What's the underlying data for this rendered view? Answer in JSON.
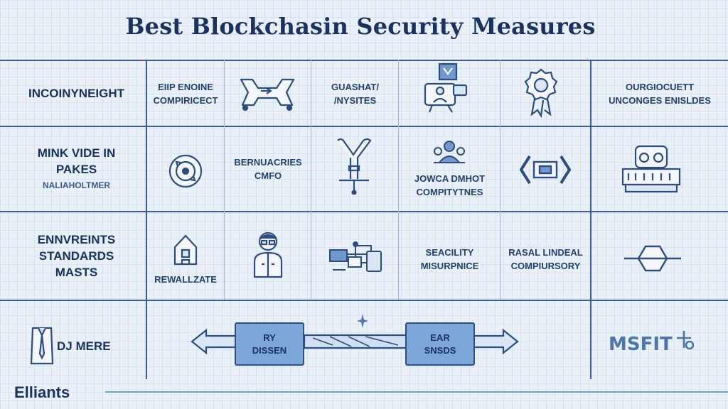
{
  "title": "Best Blockchasin Security Measures",
  "rows": [
    {
      "label": [
        "INCOINYNEIGHT"
      ],
      "cells": [
        {
          "text": [
            "EIIP ENOINE",
            "COMPIRICECT"
          ]
        },
        {
          "icon": "connection-arrows-icon"
        },
        {
          "text": [
            "GUASHAT/",
            "/NYSITES"
          ]
        },
        {
          "icon": "monitor-shield-icon"
        },
        {
          "icon": "award-badge-icon"
        },
        {
          "text": [
            "OURGIOCUETT",
            "UNCONGES ENISLDES"
          ]
        }
      ]
    },
    {
      "label": [
        "MINK VIDE IN",
        "PAKES"
      ],
      "sublabel": "NALIAHOLTMER",
      "cells": [
        {
          "icon": "circular-sync-icon"
        },
        {
          "text": [
            "BERNUACRIES",
            "CMFO"
          ]
        },
        {
          "icon": "key-tool-icon"
        },
        {
          "icon": "user-group-icon",
          "text": [
            "JOWCA DMHOT",
            "COMPITYTNES"
          ]
        },
        {
          "icon": "transfer-arrows-icon"
        },
        {
          "icon": "server-rack-icon"
        }
      ]
    },
    {
      "label": [
        "ENNVREINTS",
        "STANDARDS",
        "MASTS"
      ],
      "cells": [
        {
          "icon": "house-icon",
          "text": [
            "REWALLZATE"
          ]
        },
        {
          "icon": "person-icon"
        },
        {
          "icon": "network-devices-icon"
        },
        {
          "text": [
            "SEACILITY",
            "MISURPNICE"
          ]
        },
        {
          "text": [
            "RASAL LINDEAL",
            "COMPIURSORY"
          ]
        },
        {
          "icon": "hexagon-node-icon"
        }
      ]
    }
  ],
  "bottom": {
    "label": "DJ MERE",
    "left_box": [
      "RY",
      "DISSEN"
    ],
    "right_box": [
      "EAR",
      "SNSDS"
    ],
    "logo": "MSFIT"
  },
  "footer": "Elliants",
  "colors": {
    "accent": "#3d5d92",
    "box_fill": "#7ea7d9",
    "background": "#e9f0f8"
  }
}
